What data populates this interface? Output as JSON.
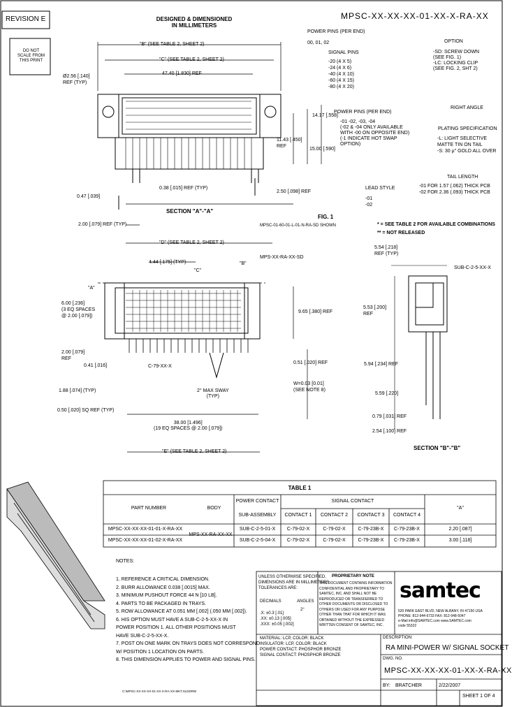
{
  "revision": "REVISION E",
  "do_not_scale": [
    "DO NOT",
    "SCALE FROM",
    "THIS PRINT"
  ],
  "heading": [
    "DESIGNED & DIMENSIONED",
    "IN MILLIMETERS"
  ],
  "part_code": "MPSC-XX-XX-XX-01-XX-X-RA-XX",
  "callouts": {
    "power_pins_label": "POWER PINS (PER END)",
    "power_pins_values": "00, 01, 02",
    "option": "OPTION",
    "option_sd": "-SD: SCREW DOWN",
    "option_sd2": "(SEE FIG. 1)",
    "option_lc": "-LC: LOCKING CLIP",
    "option_lc2": "(SEE FIG. 2, SHT 2)",
    "signal_pins": "SIGNAL PINS",
    "signal_vals": [
      "-20 (4 X 5)",
      "-24 (4 X 6)",
      "-40 (4 X 10)",
      "-60 (4 X 15)",
      "-80 (4 X 20)"
    ],
    "power_per_end": "POWER PINS (PER END)",
    "power_per_end_vals": [
      "-01 -02, -03, -04",
      "(-02 & -04 ONLY AVAILABLE",
      "WITH -00 ON OPPOSITE END)",
      "(-1 INDICATE HOT SWAP",
      "OPTION)"
    ],
    "right_angle": "RIGHT ANGLE",
    "plating": "PLATING SPECIFICATION",
    "plating_vals": [
      "-L: LIGHT SELECTIVE",
      "MATTE TIN ON TAIL",
      "-S: 30 µ\" GOLD ALL OVER"
    ],
    "tail_length": "TAIL LENGTH",
    "tail_vals": [
      "-01 FOR 1.57 (.062) THICK PCB",
      "-02 FOR 2.36 (.093) THICK PCB"
    ],
    "lead_style": "LEAD STYLE",
    "lead_vals": [
      "-01",
      "-02"
    ],
    "fig": "FIG. 1",
    "fig_sub": "MPSC-01-60-01-L-01-N-RA-SD SHOWN",
    "see_table": "* = SEE TABLE 2 FOR AVAILABLE COMBINATIONS",
    "not_released": "** = NOT RELEASED"
  },
  "dims": {
    "b_ref": "\"B\" (SEE TABLE 2, SHEET 2)",
    "c_ref": "\"C\" (SEE TABLE 2, SHEET 2)",
    "d47": "47.40 [1.830] REF",
    "d256": "Ø2.56 [.140]",
    "d256b": "REF (TYP)",
    "d1417": "14.17 [.558]",
    "d1143": "11.43 [.450]",
    "d1143b": "REF",
    "d1300": "15.00 [.590]",
    "d047": "0.47 [.039]",
    "d038": "0.38 [.015] REF (TYP)",
    "d250": "2.50 [.098] REF",
    "section_aa": "SECTION \"A\"-\"A\"",
    "d200a": "2.00 [.079] REF (TYP)",
    "d_ref": "\"D\" (SEE TABLE 2, SHEET 2)",
    "d444": "4.44 [.175] (TYP)",
    "mps": "MPS-XX-RA-XX-SD",
    "d600": "6.00 [.236]",
    "d600b": "(3 EQ SPACES",
    "d600c": "@ 2.00 [.079])",
    "d200b": "2.00 [.079]",
    "d200c": "REF",
    "d041": "0.41 [.016]",
    "d186": "1.88 [.074] (TYP)",
    "d050": "0.50 [.020] SQ REF (TYP)",
    "d965": "9.65 [.380] REF",
    "c79": "C-79-XX-X",
    "maxsway": "2° MAX SWAY",
    "maxsway2": "(TYP)",
    "d051": "0.51 [.020] REF",
    "d38": "38.00 [1.496]",
    "d38b": "(19 EQ SPACES @ 2.00 [.079])",
    "e_ref": "\"E\" (SEE TABLE 2, SHEET 2)",
    "wx": "W=0.03 [0.01]",
    "wx2": "(SEE NOTE 8)",
    "d554": "5.54 [.218]",
    "d554b": "REF (TYP)",
    "sub": "SUB-C-2-5-XX-X",
    "d553": "5.53 [.200]",
    "d553b": "REF",
    "d594": "5.94 [.234] REF",
    "d559": "5.59 [.220]",
    "d079": "0.79 [.031] REF",
    "d254": "2.54 [.100] REF",
    "section_bb": "SECTION \"B\"-\"B\"",
    "a": "\"A\"",
    "b": "\"B\"",
    "c": "\"C\""
  },
  "table1": {
    "title": "TABLE 1",
    "headers": [
      "PART NUMBER",
      "BODY",
      "POWER CONTACT",
      "SIGNAL CONTACT",
      "\"A\""
    ],
    "subheaders": [
      "SUB-ASSEMBLY",
      "CONTACT 1",
      "CONTACT 2",
      "CONTACT 3",
      "CONTACT 4"
    ],
    "rows": [
      [
        "MPSC-XX-XX-XX-01-01-X-RA-XX",
        "SUB-C-2-5-01-X",
        "C-79-02-X",
        "C-79-02-X",
        "C-79-23B-X",
        "C-79-23B-X",
        "2.20 [.087]"
      ],
      [
        "MPSC-XX-XX-XX-01-02-X-RA-XX",
        "SUB-C-2-5-04-X",
        "C-79-02-X",
        "C-79-02-X",
        "C-79-23B-X",
        "C-79-23B-X",
        "3.00 [.118]"
      ]
    ],
    "body": "MPS-XX-RA-XX-XX"
  },
  "notes": {
    "title": "NOTES:",
    "items": [
      "1. REFERENCE A CRITICAL DIMENSION.",
      "2. BURR ALLOWANCE 0.038 [.0015] MAX.",
      "3. MINIMUM PUSHOUT FORCE 44 N [10 LB].",
      "4. PARTS TO BE PACKAGED IN TRAYS.",
      "5. ROW ALLOWANCE AT 0.051 MM [.002] (.050 MM [.002]).",
      "6. HIS OPTION MUST HAVE A SUB-C-2-5-XX-X IN",
      "   POWER POSITION 1. ALL OTHER POSITIONS MUST",
      "   HAVE SUB-C-2-5-XX-X.",
      "7. POST ON ONE MARK ON TRAYS DOES NOT CORRESPOND",
      "   W/ POSITION 1 LOCATION ON PARTS.",
      "8. THIS DIMENSION APPLIES TO POWER AND SIGNAL PINS."
    ]
  },
  "titleblock": {
    "tolerances": [
      "UNLESS OTHERWISE SPECIFIED,",
      "DIMENSIONS ARE IN MILLIMETERS",
      "TOLERANCES ARE:"
    ],
    "decimals_label": "DECIMALS",
    "angles_label": "ANGLES",
    "decimals": [
      ".X: ±0.3 [.01]",
      ".XX: ±0.13 [.005]",
      ".XXX: ±0.05 [.002]"
    ],
    "angles": "2°",
    "material": [
      "MATERIAL: LCP, COLOR: BLACK",
      "INSULATOR: LCP, COLOR: BLACK",
      "POWER CONTACT: PHOSPHOR BRONZE",
      "SIGNAL CONTACT: PHOSPHOR BRONZE"
    ],
    "proprietary_title": "PROPRIETARY NOTE",
    "proprietary": [
      "THIS DOCUMENT CONTAINS INFORMATION",
      "CONFIDENTIAL AND PROPRIETARY TO",
      "SAMTEC, INC. AND SHALL NOT BE",
      "REPRODUCED OR TRANSFERRED TO",
      "OTHER DOCUMENTS OR DISCLOSED TO",
      "OTHERS OR USED FOR ANY PURPOSE",
      "OTHER THAN THAT FOR WHICH IT WAS",
      "OBTAINED WITHOUT THE EXPRESSED",
      "WRITTEN CONSENT OF SAMTEC, INC."
    ],
    "logo": "samtec",
    "address": [
      "520 PARK EAST BLVD, NEW ALBANY, IN 47150 USA",
      "PHONE: 812-944-6733   FAX: 812-948-5047",
      "e-Mail info@SAMTEC.com   www.SAMTEC.com",
      "code 55322"
    ],
    "description_label": "DESCRIPTION:",
    "description": "RA MINI-POWER W/ SIGNAL SOCKET",
    "dwg_label": "DWG. NO.",
    "dwg": "MPSC-XX-XX-XX-01-XX-X-RA-XX",
    "by_label": "BY:",
    "by": "BRATCHER",
    "date": "2/22/2007",
    "sheet": "SHEET 1 OF 4",
    "footer": "C:\\MPSC-XX-XX-XX-01-XX-X-RA-XX-MKT.SLDDRW"
  }
}
